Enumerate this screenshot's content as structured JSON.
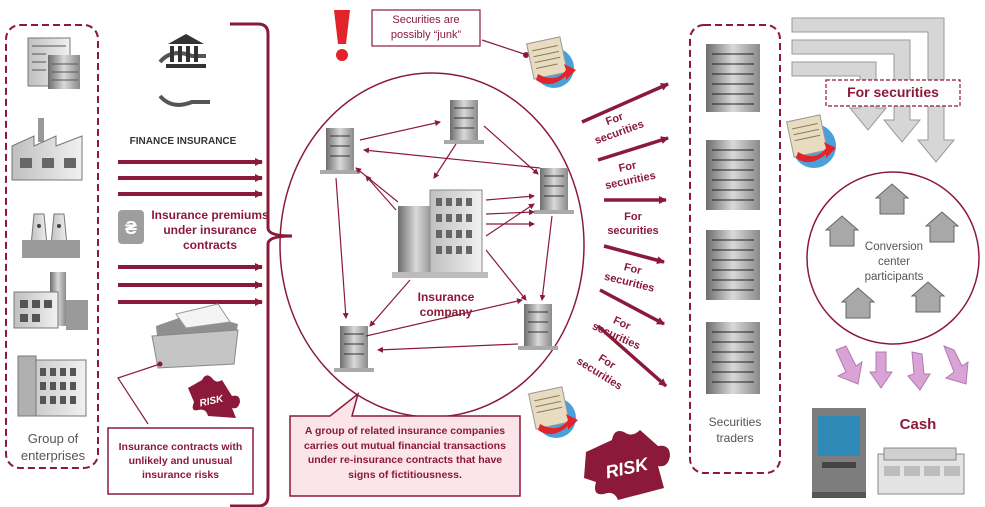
{
  "colors": {
    "maroon": "#8b1a3a",
    "pink_box": "#fbe4ea",
    "grey_arrow": "#cfcfcf",
    "violet_arrow": "#d49ad0"
  },
  "left_panel": {
    "caption_line1": "Group of",
    "caption_line2": "enterprises",
    "icons": [
      "office-building-icon",
      "factory-icon",
      "power-plant-icon",
      "industrial-plant-icon",
      "multistorey-building-icon"
    ]
  },
  "finance_insurance": {
    "label": "FINANCE INSURANCE",
    "icon": "bank-in-hands-icon"
  },
  "premiums": {
    "line1": "Insurance premiums",
    "line2": "under insurance",
    "line3": "contracts",
    "icon": "currency-coin-icon"
  },
  "contracts_note": {
    "line1": "Insurance contracts with",
    "line2": "unlikely and unusual",
    "line3": "insurance risks"
  },
  "risk_label": "RISK",
  "junk_callout": {
    "line1": "Securities are",
    "line2": "possibly “junk”",
    "icon": "exclamation-icon"
  },
  "center": {
    "line1": "Insurance",
    "line2": "company"
  },
  "group_callout": {
    "line1": "A group of related insurance companies",
    "line2": "carries out mutual financial transactions",
    "line3": "under re-insurance contracts that have",
    "line4": "signs of fictitiousness."
  },
  "for_securities": {
    "line1": "For",
    "line2": "securities"
  },
  "traders": {
    "line1": "Securities",
    "line2": "traders"
  },
  "for_securities_box": "For securities",
  "conversion": {
    "line1": "Conversion",
    "line2": "center",
    "line3": "participants"
  },
  "cash": {
    "label": "Cash",
    "icons": [
      "atm-icon",
      "money-stack-icon"
    ]
  }
}
